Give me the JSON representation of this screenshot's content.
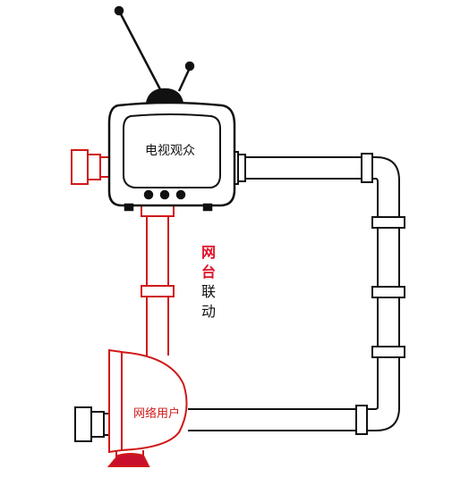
{
  "tv_label": "电视观众",
  "user_label": "网络用户",
  "vertical_title": [
    "网",
    "台",
    "联",
    "动"
  ],
  "title_colors": [
    "#e0102a",
    "#e0102a",
    "#111111",
    "#111111"
  ],
  "colors": {
    "tv_outline": "#111111",
    "red_pipe": "#d01818",
    "black_pipe": "#111111",
    "base_fill": "#c8102e"
  },
  "icons": [
    "tv-icon",
    "antenna-icon",
    "pipe-icon",
    "computer-monitor-icon"
  ]
}
